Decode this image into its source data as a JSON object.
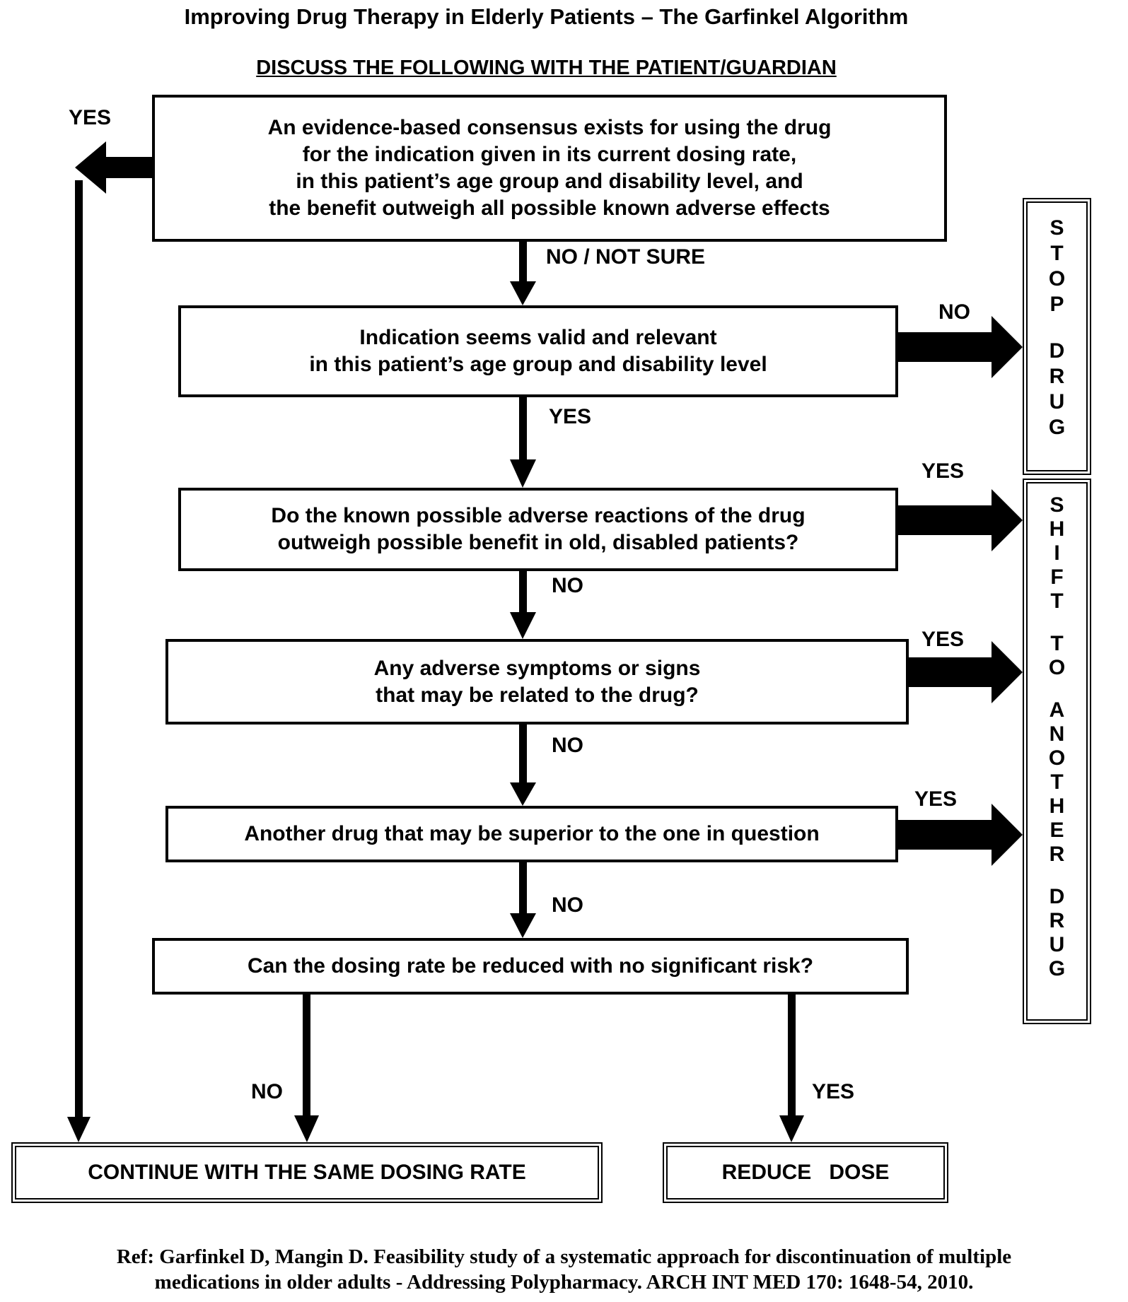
{
  "title": "Improving Drug Therapy in Elderly Patients – The Garfinkel Algorithm",
  "subtitle": "DISCUSS THE FOLLOWING WITH THE PATIENT/GUARDIAN",
  "steps": {
    "consensus": [
      "An evidence-based consensus exists for using the drug",
      "for the indication given in its current dosing rate,",
      "in this patient’s age group and disability level,  and",
      "the benefit outweigh all possible known adverse effects"
    ],
    "indication": [
      "Indication seems valid and relevant",
      "in this patient’s age group and disability level"
    ],
    "adverse_reactions": [
      "Do the known possible adverse reactions of the drug",
      "outweigh possible benefit in old, disabled patients?"
    ],
    "adverse_symptoms": [
      "Any adverse symptoms or signs",
      "that may be related to the drug?"
    ],
    "another_drug": "Another drug that may be superior to the one in question",
    "reduce_question": "Can the dosing rate be reduced with no significant risk?"
  },
  "outcomes": {
    "stop_drug": [
      "S",
      "T",
      "O",
      "P",
      "",
      "D",
      "R",
      "U",
      "G"
    ],
    "shift_drug": [
      "S",
      "H",
      "I",
      "F",
      "T",
      "",
      "T",
      "O",
      "",
      "A",
      "N",
      "O",
      "T",
      "H",
      "E",
      "R",
      "",
      "D",
      "R",
      "U",
      "G"
    ],
    "continue": "CONTINUE WITH THE SAME DOSING RATE",
    "reduce": "REDUCE   DOSE"
  },
  "labels": {
    "yes_top": "YES",
    "no_not_sure": "NO / NOT SURE",
    "no_stop": "NO",
    "yes_indication": "YES",
    "yes_shift1": "YES",
    "no_after_adverse": "NO",
    "yes_shift2": "YES",
    "no_after_symptoms": "NO",
    "yes_shift3": "YES",
    "no_after_another": "NO",
    "no_continue": "NO",
    "yes_reduce": "YES"
  },
  "reference": [
    "Ref: Garfinkel D, Mangin D. Feasibility study of a systematic approach for discontinuation of multiple",
    "medications in older adults - Addressing Polypharmacy. ARCH  INT MED 170: 1648-54, 2010."
  ]
}
